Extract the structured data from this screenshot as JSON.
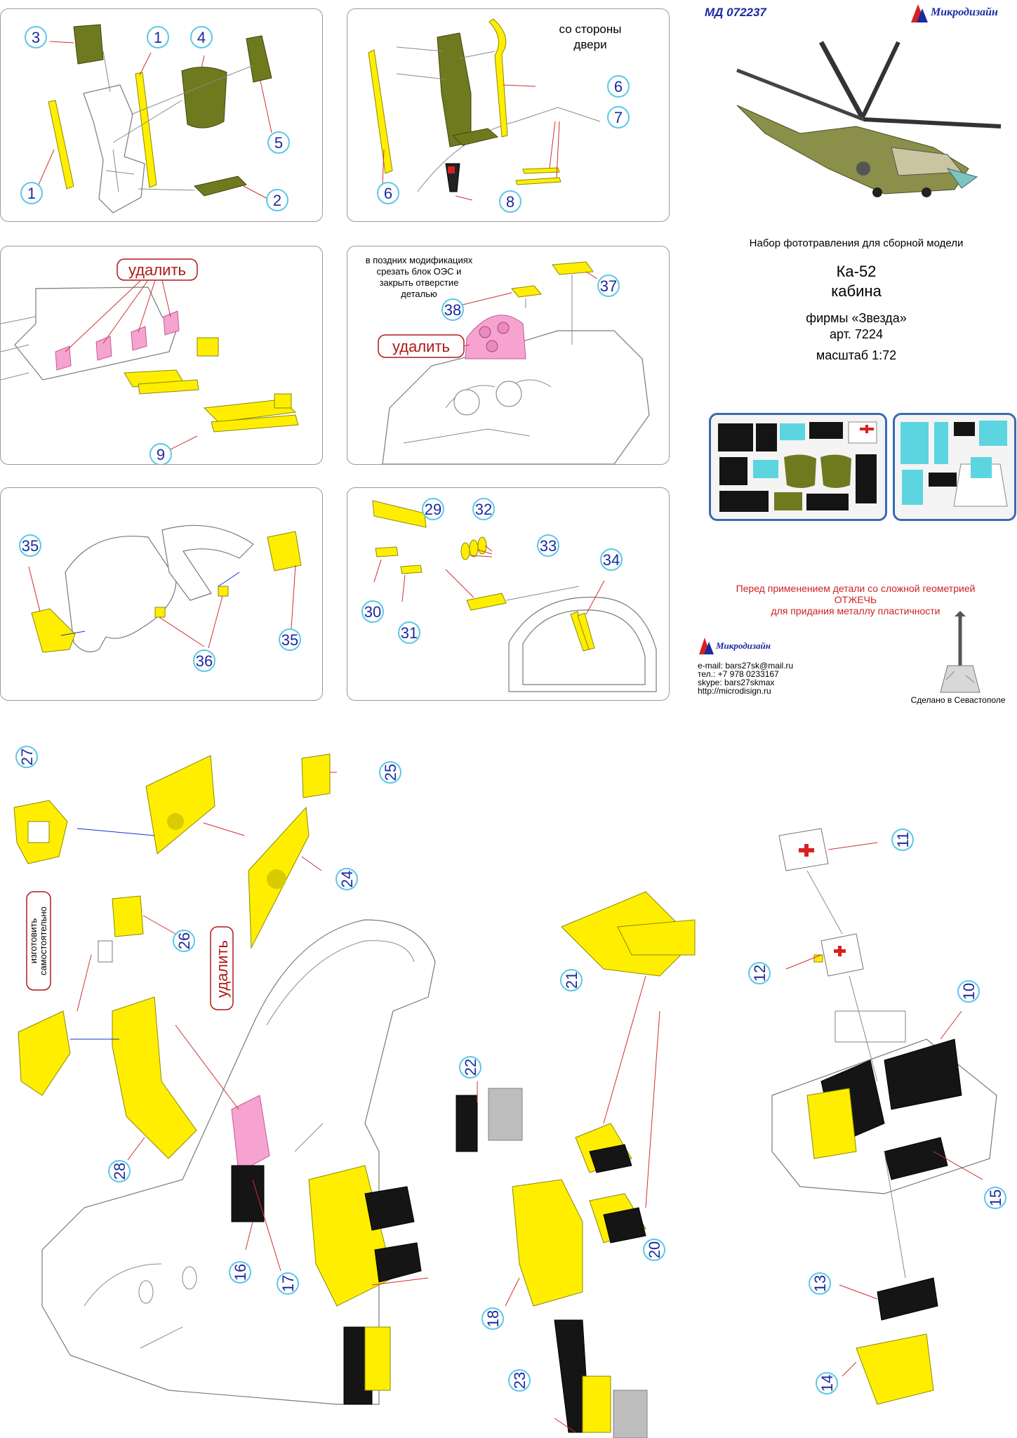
{
  "header": {
    "code": "МД 072237",
    "brand": "Микродизайн"
  },
  "product": {
    "kit_line": "Набор фототравления для сборной модели",
    "model": "Ка-52",
    "subject": "кабина",
    "maker": "фирмы «Звезда»",
    "article": "арт. 7224",
    "scale": "масштаб 1:72"
  },
  "warning": {
    "line1": "Перед применением детали со сложной геометрией",
    "line2": "ОТЖЕЧЬ",
    "line3": "для придания металлу пластичности"
  },
  "contacts": {
    "brand": "Микродизайн",
    "email": "e-mail: bars27sk@mail.ru",
    "phone": "тел.: +7 978 0233167",
    "skype": "skype: bars27skmax",
    "site": "http://microdisign.ru",
    "made_in": "Сделано в Севастополе"
  },
  "notes": {
    "door_side": "со стороны двери",
    "door_side_l1": "со стороны",
    "door_side_l2": "двери",
    "remove": "удалить",
    "late_mod_l1": "в поздних модификациях",
    "late_mod_l2": "срезать блок ОЭС и",
    "late_mod_l3": "закрыть отверстие",
    "late_mod_l4": "деталью",
    "make_yourself_l1": "изготовить",
    "make_yourself_l2": "самостоятельно"
  },
  "callouts": {
    "p1": [
      "3",
      "1",
      "4",
      "5",
      "2",
      "1"
    ],
    "p2": [
      "6",
      "7",
      "8",
      "6"
    ],
    "p3": [
      "9"
    ],
    "p4": [
      "38",
      "37"
    ],
    "p5": [
      "35",
      "36",
      "35"
    ],
    "p6": [
      "29",
      "32",
      "33",
      "34",
      "30",
      "31"
    ],
    "big": [
      "27",
      "25",
      "24",
      "26",
      "28",
      "16",
      "17",
      "22",
      "21",
      "20",
      "18",
      "23",
      "11",
      "12",
      "10",
      "15",
      "13",
      "14"
    ]
  },
  "colors": {
    "brass_yellow": "#ffee00",
    "painted_olive": "#6f7a1e",
    "remove_pink": "#f6a3d0",
    "callout_ring": "#5cc8e8",
    "callout_text": "#1a2aa0",
    "warning_red": "#d02020"
  }
}
